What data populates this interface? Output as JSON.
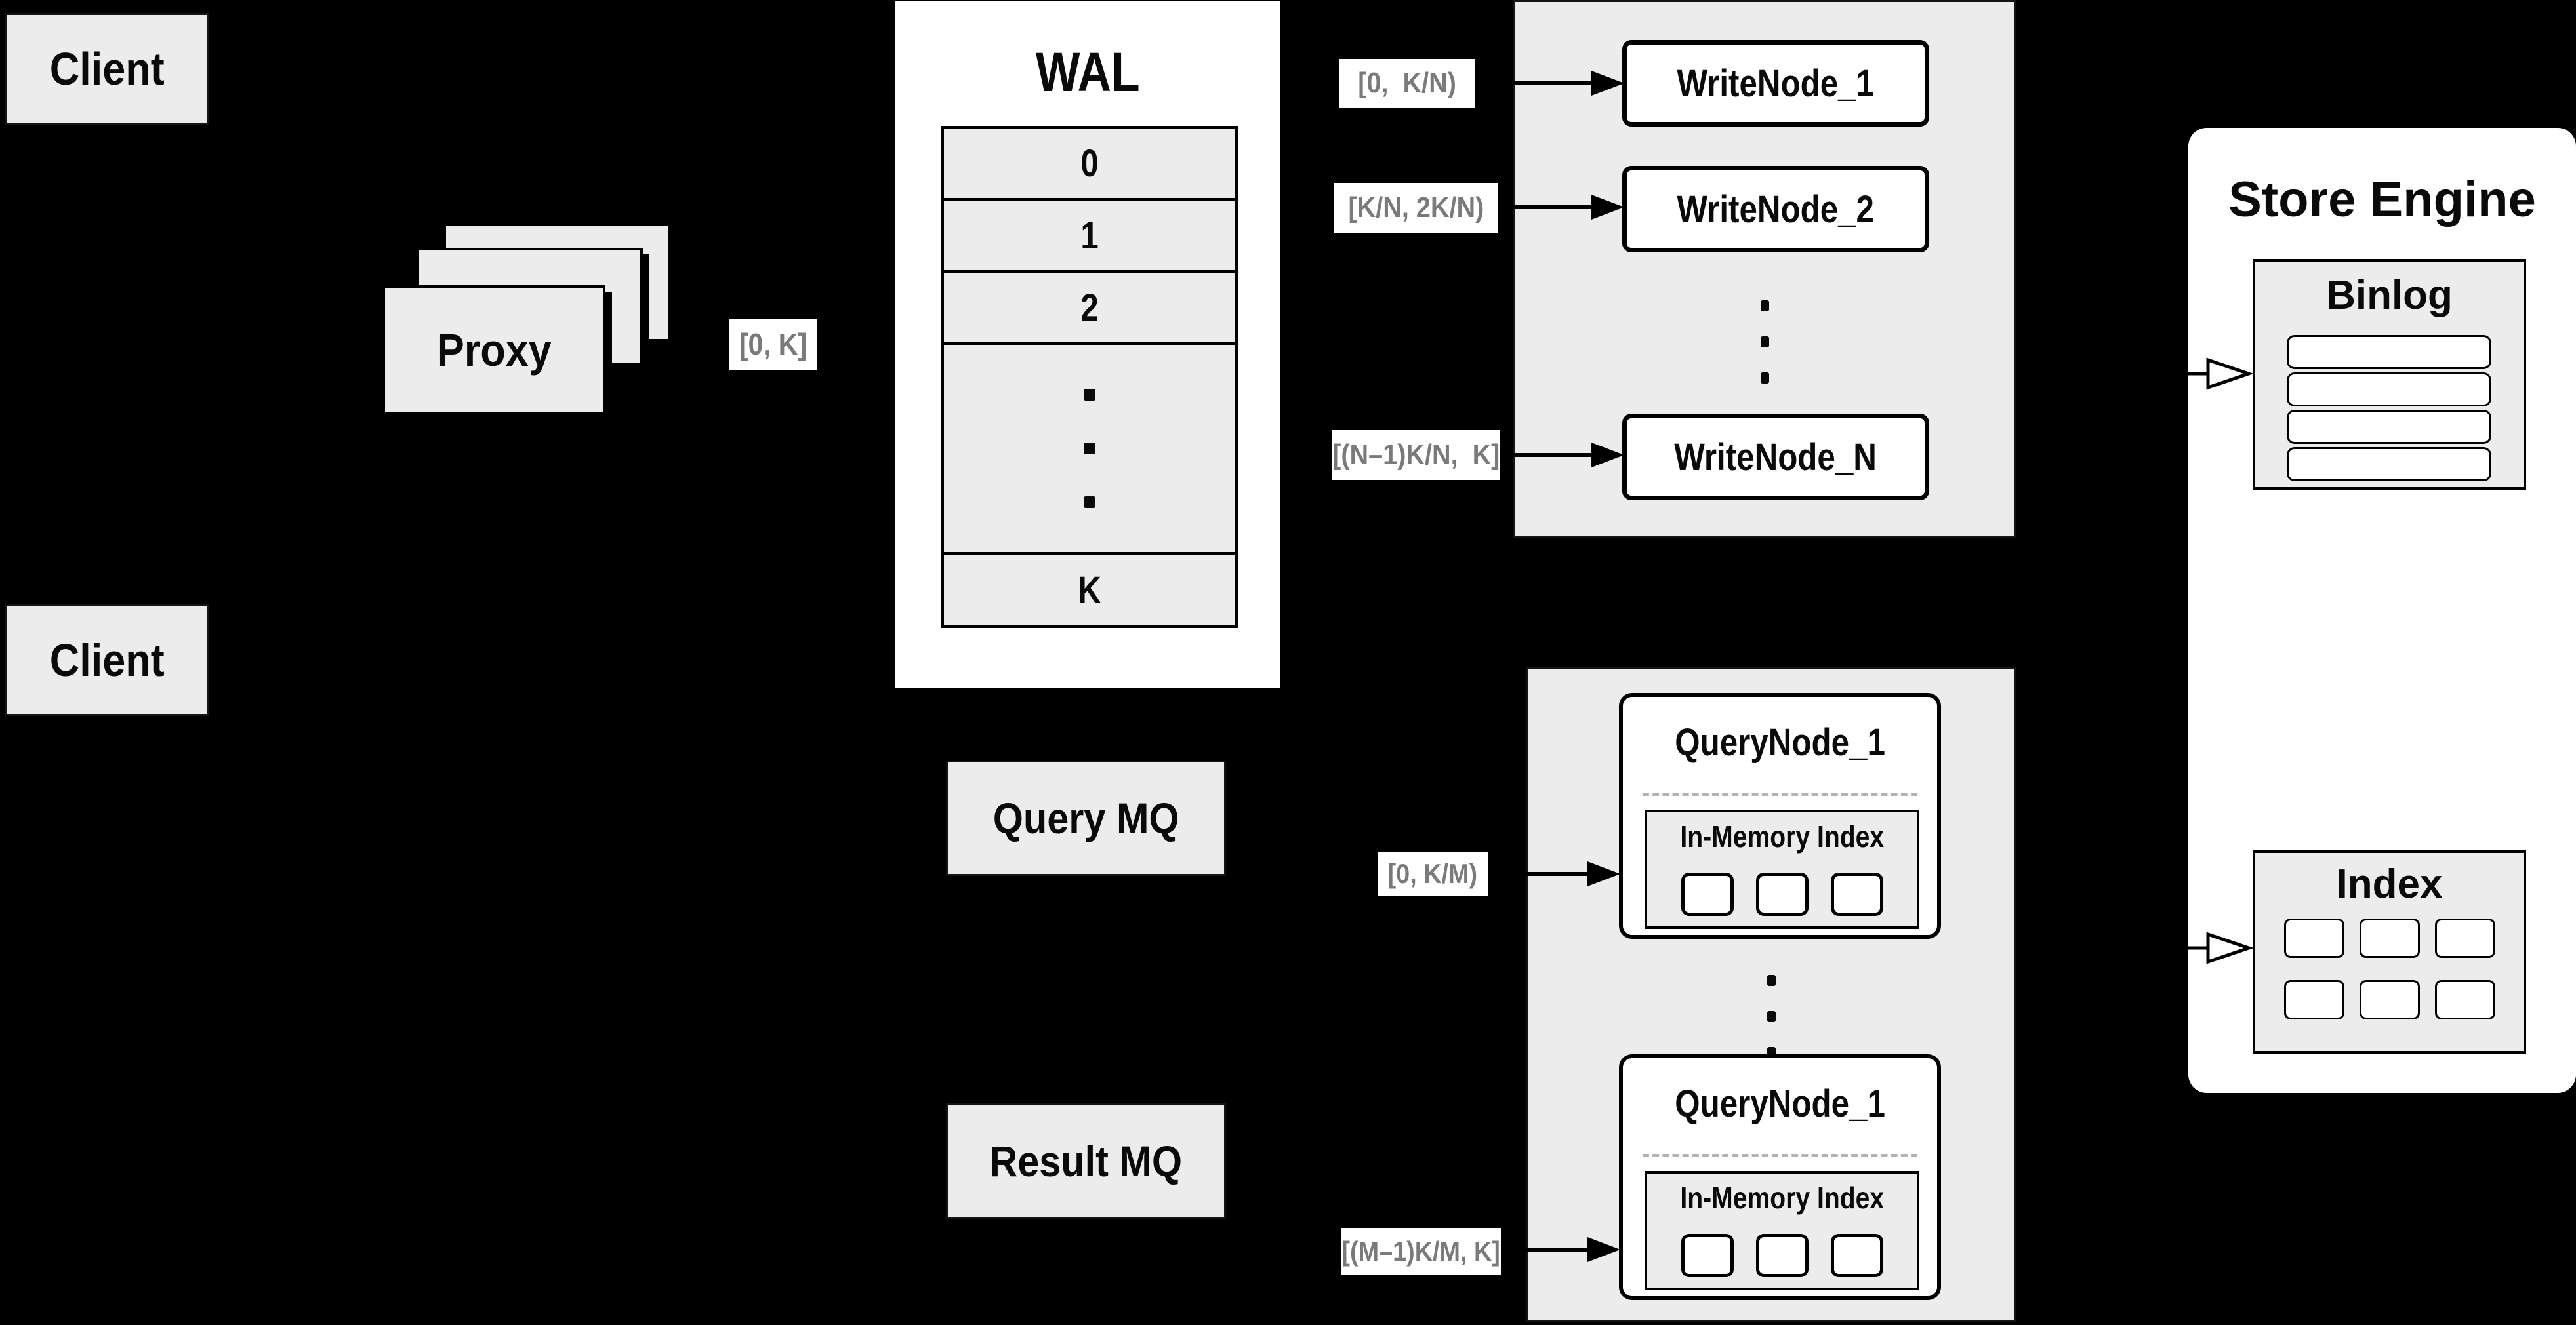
{
  "colors": {
    "background": "#000000",
    "panel_gray": "#ececec",
    "card_white": "#ffffff",
    "ink": "#0a0a0a",
    "range_text": "#7a7a7a",
    "dashed_divider": "#b3b3b3"
  },
  "clients": {
    "top": "Client",
    "bottom": "Client"
  },
  "proxy": {
    "label": "Proxy",
    "range": "[0, K]"
  },
  "wal": {
    "title": "WAL",
    "rows": [
      "0",
      "1",
      "2"
    ],
    "last_row": "K"
  },
  "write_cluster": {
    "range1": "[0,  K/N)",
    "range2": "[K/N, 2K/N)",
    "rangeN": "[(N–1)K/N,  K]",
    "node1": "WriteNode_1",
    "node2": "WriteNode_2",
    "nodeN": "WriteNode_N"
  },
  "mq": {
    "query": "Query MQ",
    "result": "Result MQ"
  },
  "query_cluster": {
    "range_top": "[0, K/M)",
    "range_bottom": "[(M–1)K/M, K]",
    "top_title": "QueryNode_1",
    "top_inner": "In-Memory Index",
    "bottom_title": "QueryNode_1",
    "bottom_inner": "In-Memory Index"
  },
  "store_engine": {
    "title": "Store Engine",
    "binlog": "Binlog",
    "index": "Index"
  }
}
